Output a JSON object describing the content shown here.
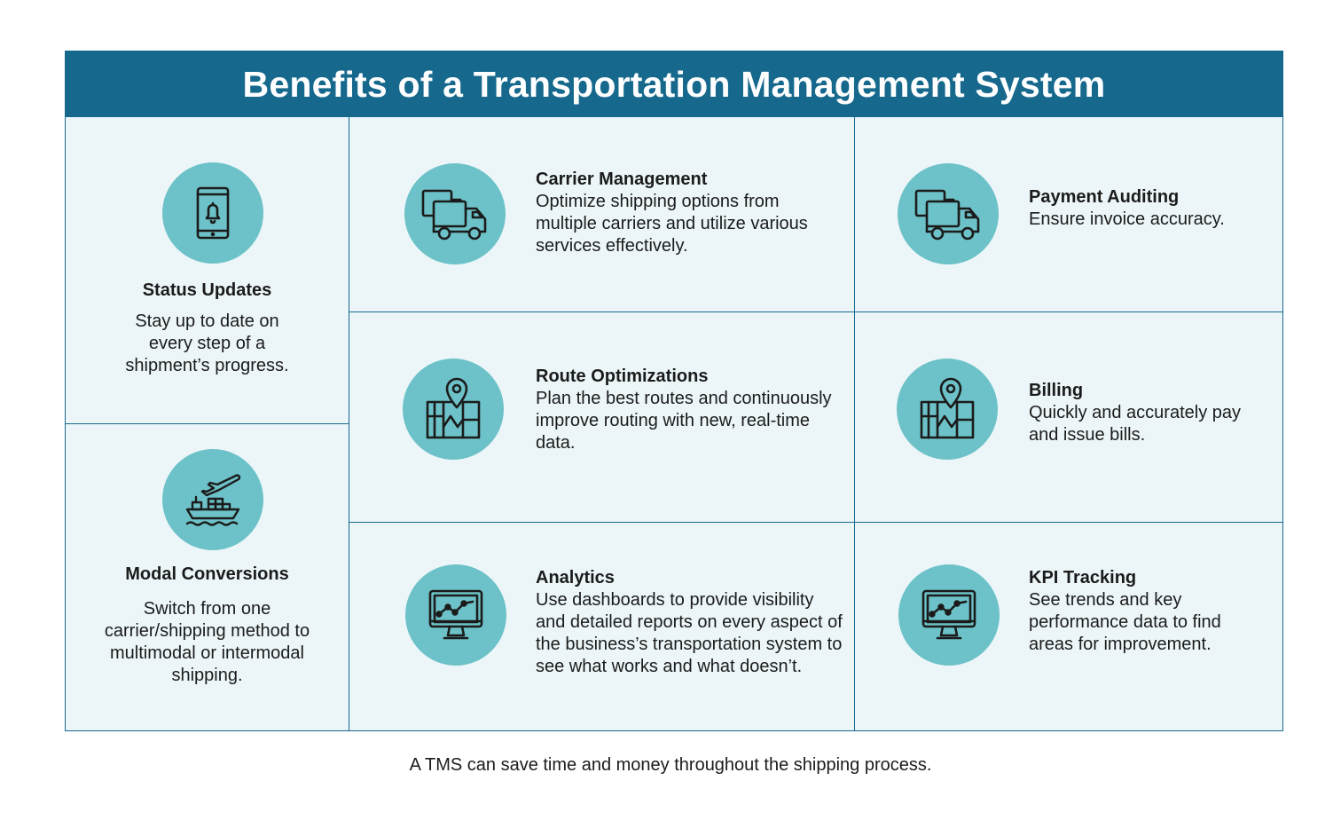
{
  "title": "Benefits of a Transportation Management System",
  "left_column": [
    {
      "title": "Status Updates",
      "description": "Stay up to date on every step of a shipment’s progress.",
      "icon": "tablet-bell-icon"
    },
    {
      "title": "Modal Conversions",
      "description": "Switch from one carrier/shipping method to multimodal or intermodal shipping.",
      "icon": "ship-plane-icon"
    }
  ],
  "grid": [
    {
      "title": "Carrier Management",
      "description": "Optimize shipping options from multiple carriers and utilize various services effectively.",
      "icon": "trucks-icon"
    },
    {
      "title": "Payment Auditing",
      "description": "Ensure invoice accuracy.",
      "icon": "trucks-icon"
    },
    {
      "title": "Route Optimizations",
      "description": "Plan the best routes and continuously improve routing with new, real-time data.",
      "icon": "map-pin-icon"
    },
    {
      "title": "Billing",
      "description": "Quickly and accurately pay and issue bills.",
      "icon": "map-pin-icon"
    },
    {
      "title": "Analytics",
      "description": "Use dashboards to provide visibility and detailed reports on every aspect of the business’s transportation system to see what works and what doesn’t.",
      "icon": "monitor-chart-icon"
    },
    {
      "title": "KPI Tracking",
      "description": "See trends and key performance data to find areas for improvement.",
      "icon": "monitor-chart-icon"
    }
  ],
  "caption": "A TMS can save time and money throughout the shipping process.",
  "colors": {
    "header": "#16698d",
    "cell_background": "#ecf6f9",
    "icon_circle": "#6cc2c8",
    "text": "#1b1b1b"
  }
}
